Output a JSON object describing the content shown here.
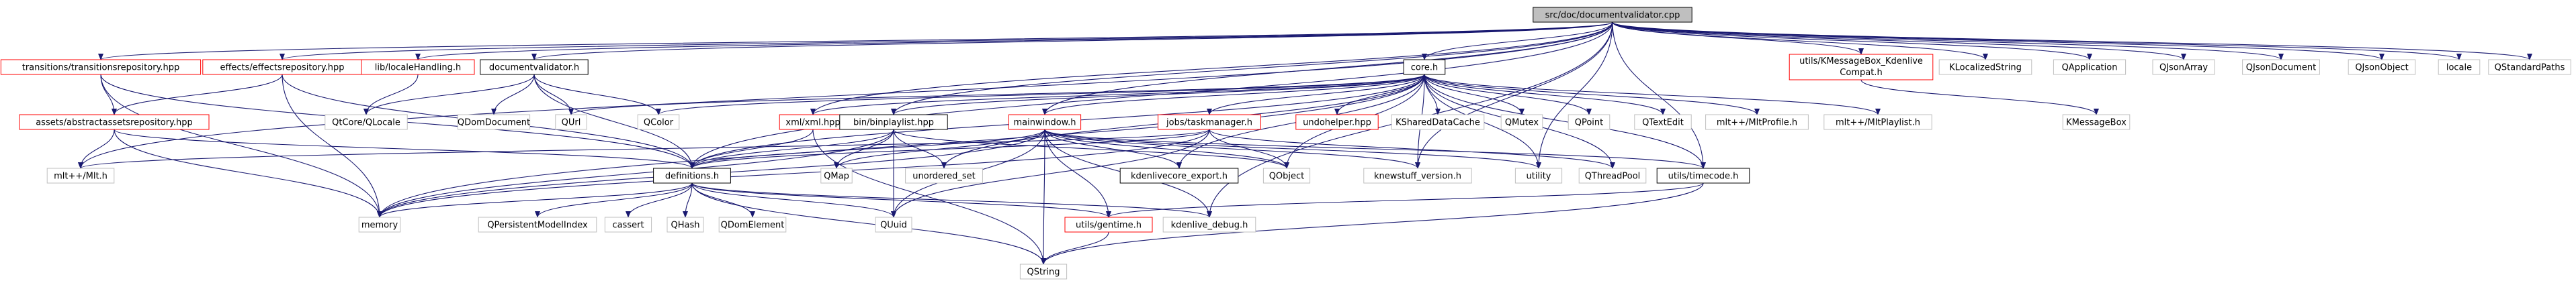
{
  "colors": {
    "edge": "#191970",
    "root_fill": "#bfbfbf",
    "node_fill": "#ffffff",
    "node_border": "#000000",
    "missing_border": "#ff0000",
    "plain_border": "#bfbfbf"
  },
  "graph": {
    "root": "src/doc/documentvalidator.cpp",
    "nodes": [
      {
        "id": "root",
        "label": "src/doc/documentvalidator.cpp",
        "kind": "root"
      },
      {
        "id": "trans",
        "label": "transitions/transitionsrepository.hpp",
        "kind": "missing"
      },
      {
        "id": "effects",
        "label": "effects/effectsrepository.hpp",
        "kind": "missing"
      },
      {
        "id": "locale",
        "label": "lib/localeHandling.h",
        "kind": "missing"
      },
      {
        "id": "docval",
        "label": "documentvalidator.h",
        "kind": "node"
      },
      {
        "id": "core",
        "label": "core.h",
        "kind": "node"
      },
      {
        "id": "kmsgcompat",
        "label": [
          "utils/KMessageBox_Kdenlive",
          "Compat.h"
        ],
        "kind": "missing"
      },
      {
        "id": "kls",
        "label": "KLocalizedString",
        "kind": "plain"
      },
      {
        "id": "qapp",
        "label": "QApplication",
        "kind": "plain"
      },
      {
        "id": "qjarr",
        "label": "QJsonArray",
        "kind": "plain"
      },
      {
        "id": "qjdoc",
        "label": "QJsonDocument",
        "kind": "plain"
      },
      {
        "id": "qjobj",
        "label": "QJsonObject",
        "kind": "plain"
      },
      {
        "id": "localestd",
        "label": "locale",
        "kind": "plain"
      },
      {
        "id": "qstdpath",
        "label": "QStandardPaths",
        "kind": "plain"
      },
      {
        "id": "aar",
        "label": "assets/abstractassetsrepository.hpp",
        "kind": "missing"
      },
      {
        "id": "qcoreqloc",
        "label": "QtCore/QLocale",
        "kind": "plain"
      },
      {
        "id": "qdomdoc",
        "label": "QDomDocument",
        "kind": "plain"
      },
      {
        "id": "qurl",
        "label": "QUrl",
        "kind": "plain"
      },
      {
        "id": "qcolor",
        "label": "QColor",
        "kind": "plain"
      },
      {
        "id": "xmlhpp",
        "label": "xml/xml.hpp",
        "kind": "missing"
      },
      {
        "id": "binplay",
        "label": "bin/binplaylist.hpp",
        "kind": "node"
      },
      {
        "id": "mainwin",
        "label": "mainwindow.h",
        "kind": "missing"
      },
      {
        "id": "taskman",
        "label": "jobs/taskmanager.h",
        "kind": "missing"
      },
      {
        "id": "undohelp",
        "label": "undohelper.hpp",
        "kind": "missing"
      },
      {
        "id": "kshared",
        "label": "KSharedDataCache",
        "kind": "plain"
      },
      {
        "id": "qmutex",
        "label": "QMutex",
        "kind": "plain"
      },
      {
        "id": "qpoint",
        "label": "QPoint",
        "kind": "plain"
      },
      {
        "id": "qtextedit",
        "label": "QTextEdit",
        "kind": "plain"
      },
      {
        "id": "mltprofile",
        "label": "mlt++/MltProfile.h",
        "kind": "plain"
      },
      {
        "id": "mltplaylist",
        "label": "mlt++/MltPlaylist.h",
        "kind": "plain"
      },
      {
        "id": "kmsgbox",
        "label": "KMessageBox",
        "kind": "plain"
      },
      {
        "id": "mlth",
        "label": "mlt++/Mlt.h",
        "kind": "plain"
      },
      {
        "id": "defs",
        "label": "definitions.h",
        "kind": "node"
      },
      {
        "id": "qmap",
        "label": "QMap",
        "kind": "plain"
      },
      {
        "id": "unordset",
        "label": "unordered_set",
        "kind": "plain"
      },
      {
        "id": "kdexport",
        "label": "kdenlivecore_export.h",
        "kind": "node"
      },
      {
        "id": "qobject",
        "label": "QObject",
        "kind": "plain"
      },
      {
        "id": "knewstuff",
        "label": "knewstuff_version.h",
        "kind": "plain"
      },
      {
        "id": "utility",
        "label": "utility",
        "kind": "plain"
      },
      {
        "id": "qthreadpool",
        "label": "QThreadPool",
        "kind": "plain"
      },
      {
        "id": "timecode",
        "label": "utils/timecode.h",
        "kind": "node"
      },
      {
        "id": "memory",
        "label": "memory",
        "kind": "plain"
      },
      {
        "id": "qpmi",
        "label": "QPersistentModelIndex",
        "kind": "plain"
      },
      {
        "id": "cassert",
        "label": "cassert",
        "kind": "plain"
      },
      {
        "id": "qhash",
        "label": "QHash",
        "kind": "plain"
      },
      {
        "id": "qdomel",
        "label": "QDomElement",
        "kind": "plain"
      },
      {
        "id": "quuid",
        "label": "QUuid",
        "kind": "plain"
      },
      {
        "id": "gentime",
        "label": "utils/gentime.h",
        "kind": "missing"
      },
      {
        "id": "kdebug",
        "label": "kdenlive_debug.h",
        "kind": "plain"
      },
      {
        "id": "qstring",
        "label": "QString",
        "kind": "plain"
      }
    ],
    "edges": [
      [
        "root",
        "trans"
      ],
      [
        "root",
        "effects"
      ],
      [
        "root",
        "locale"
      ],
      [
        "root",
        "docval"
      ],
      [
        "root",
        "core"
      ],
      [
        "root",
        "kmsgcompat"
      ],
      [
        "root",
        "kls"
      ],
      [
        "root",
        "qapp"
      ],
      [
        "root",
        "qjarr"
      ],
      [
        "root",
        "qjdoc"
      ],
      [
        "root",
        "qjobj"
      ],
      [
        "root",
        "localestd"
      ],
      [
        "root",
        "qstdpath"
      ],
      [
        "root",
        "mlth"
      ],
      [
        "root",
        "defs"
      ],
      [
        "root",
        "xmlhpp"
      ],
      [
        "root",
        "binplay"
      ],
      [
        "root",
        "mainwin"
      ],
      [
        "root",
        "utility"
      ],
      [
        "root",
        "timecode"
      ],
      [
        "root",
        "kdebug"
      ],
      [
        "root",
        "knewstuff"
      ],
      [
        "trans",
        "aar"
      ],
      [
        "trans",
        "defs"
      ],
      [
        "trans",
        "memory"
      ],
      [
        "effects",
        "aar"
      ],
      [
        "effects",
        "defs"
      ],
      [
        "effects",
        "memory"
      ],
      [
        "aar",
        "mlth"
      ],
      [
        "aar",
        "defs"
      ],
      [
        "aar",
        "memory"
      ],
      [
        "locale",
        "qcoreqloc"
      ],
      [
        "docval",
        "qcoreqloc"
      ],
      [
        "docval",
        "qdomdoc"
      ],
      [
        "docval",
        "qurl"
      ],
      [
        "docval",
        "qcolor"
      ],
      [
        "docval",
        "defs"
      ],
      [
        "core",
        "qurl"
      ],
      [
        "core",
        "qcolor"
      ],
      [
        "core",
        "binplay"
      ],
      [
        "core",
        "mainwin"
      ],
      [
        "core",
        "taskman"
      ],
      [
        "core",
        "undohelp"
      ],
      [
        "core",
        "kshared"
      ],
      [
        "core",
        "qmutex"
      ],
      [
        "core",
        "qpoint"
      ],
      [
        "core",
        "qtextedit"
      ],
      [
        "core",
        "mltprofile"
      ],
      [
        "core",
        "mltplaylist"
      ],
      [
        "core",
        "defs"
      ],
      [
        "core",
        "kdexport"
      ],
      [
        "core",
        "memory"
      ],
      [
        "core",
        "unordset"
      ],
      [
        "core",
        "utility"
      ],
      [
        "core",
        "timecode"
      ],
      [
        "core",
        "qthreadpool"
      ],
      [
        "core",
        "knewstuff"
      ],
      [
        "core",
        "qobject"
      ],
      [
        "core",
        "xmlhpp"
      ],
      [
        "kmsgcompat",
        "kmsgbox"
      ],
      [
        "xmlhpp",
        "defs"
      ],
      [
        "xmlhpp",
        "qstring"
      ],
      [
        "binplay",
        "defs"
      ],
      [
        "binplay",
        "qmap"
      ],
      [
        "binplay",
        "unordset"
      ],
      [
        "binplay",
        "quuid"
      ],
      [
        "binplay",
        "qobject"
      ],
      [
        "binplay",
        "memory"
      ],
      [
        "mainwin",
        "defs"
      ],
      [
        "mainwin",
        "qmap"
      ],
      [
        "mainwin",
        "kdexport"
      ],
      [
        "mainwin",
        "qobject"
      ],
      [
        "mainwin",
        "gentime"
      ],
      [
        "mainwin",
        "timecode"
      ],
      [
        "mainwin",
        "quuid"
      ],
      [
        "mainwin",
        "qstring"
      ],
      [
        "mainwin",
        "kdebug"
      ],
      [
        "mainwin",
        "memory"
      ],
      [
        "mainwin",
        "knewstuff"
      ],
      [
        "mainwin",
        "utility"
      ],
      [
        "taskman",
        "qobject"
      ],
      [
        "taskman",
        "defs"
      ],
      [
        "taskman",
        "qthreadpool"
      ],
      [
        "taskman",
        "memory"
      ],
      [
        "taskman",
        "quuid"
      ],
      [
        "taskman",
        "mlth"
      ],
      [
        "timecode",
        "gentime"
      ],
      [
        "timecode",
        "qstring"
      ],
      [
        "defs",
        "gentime"
      ],
      [
        "defs",
        "kdebug"
      ],
      [
        "defs",
        "memory"
      ],
      [
        "defs",
        "qpmi"
      ],
      [
        "defs",
        "cassert"
      ],
      [
        "defs",
        "qhash"
      ],
      [
        "defs",
        "qdomel"
      ],
      [
        "defs",
        "quuid"
      ],
      [
        "defs",
        "qstring"
      ],
      [
        "gentime",
        "qstring"
      ]
    ]
  }
}
